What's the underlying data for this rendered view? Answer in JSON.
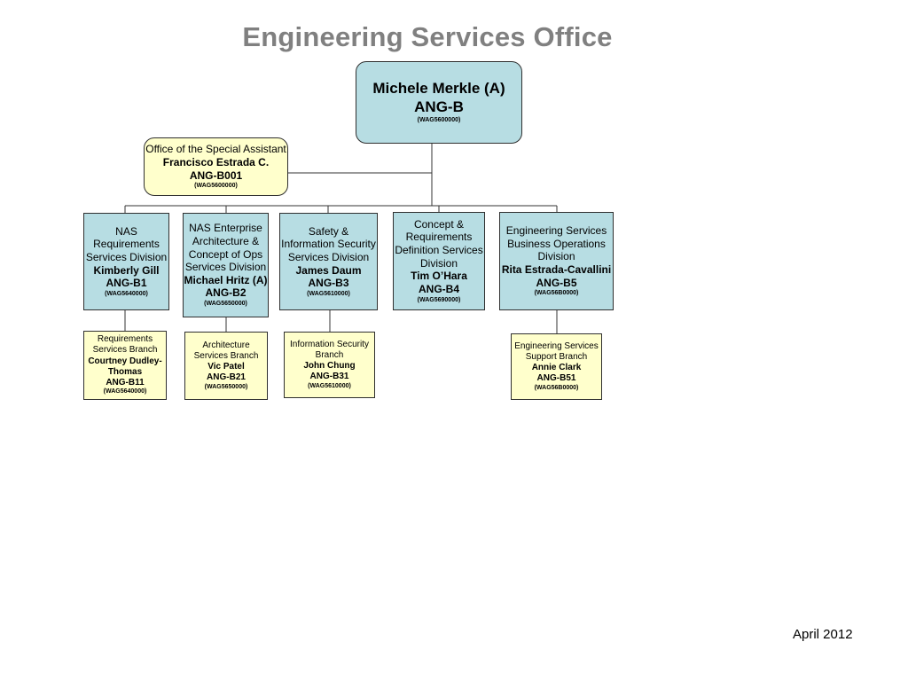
{
  "title": "Engineering Services Office",
  "colors": {
    "title": "#808080",
    "division_fill": "#b7dde3",
    "branch_fill": "#ffffcc"
  },
  "head": {
    "name": "Michele Merkle (A)",
    "code": "ANG-B",
    "wag": "(WAG5600000)"
  },
  "assistant": {
    "office": "Office of the Special Assistant",
    "name": "Francisco Estrada C.",
    "code": "ANG-B001",
    "wag": "(WAG5600000)"
  },
  "divisions": [
    {
      "title_lines": [
        "NAS",
        "Requirements",
        "Services Division"
      ],
      "name": "Kimberly Gill",
      "code": "ANG-B1",
      "wag": "(WAG5640000)"
    },
    {
      "title_lines": [
        "NAS Enterprise",
        "Architecture &",
        "Concept of Ops",
        "Services Division"
      ],
      "name": "Michael Hritz (A)",
      "code": "ANG-B2",
      "wag": "(WAG5650000)"
    },
    {
      "title_lines": [
        "Safety &",
        "Information Security",
        "Services Division"
      ],
      "name": "James Daum",
      "code": "ANG-B3",
      "wag": "(WAG5610000)"
    },
    {
      "title_lines": [
        "Concept &",
        "Requirements",
        "Definition Services",
        "Division"
      ],
      "name": "Tim O’Hara",
      "code": "ANG-B4",
      "wag": "(WAG5690000)"
    },
    {
      "title_lines": [
        "Engineering Services",
        "Business Operations",
        "Division"
      ],
      "name": "Rita Estrada-Cavallini",
      "code": "ANG-B5",
      "wag": "(WAG56B0000)"
    }
  ],
  "branches": [
    {
      "title_lines": [
        "Requirements",
        "Services Branch"
      ],
      "name_lines": [
        "Courtney Dudley-",
        "Thomas"
      ],
      "code": "ANG-B11",
      "wag": "(WAG5640000)"
    },
    {
      "title_lines": [
        "Architecture",
        "Services Branch"
      ],
      "name_lines": [
        "Vic Patel"
      ],
      "code": "ANG-B21",
      "wag": "(WAG5650000)"
    },
    {
      "title_lines": [
        "Information Security",
        "Branch"
      ],
      "name_lines": [
        "John Chung"
      ],
      "code": "ANG-B31",
      "wag": "(WAG5610000)"
    },
    {
      "title_lines": [
        "Engineering Services",
        "Support Branch"
      ],
      "name_lines": [
        "Annie Clark"
      ],
      "code": "ANG-B51",
      "wag": "(WAG56B0000)"
    }
  ],
  "footer": {
    "date": "April 2012"
  }
}
